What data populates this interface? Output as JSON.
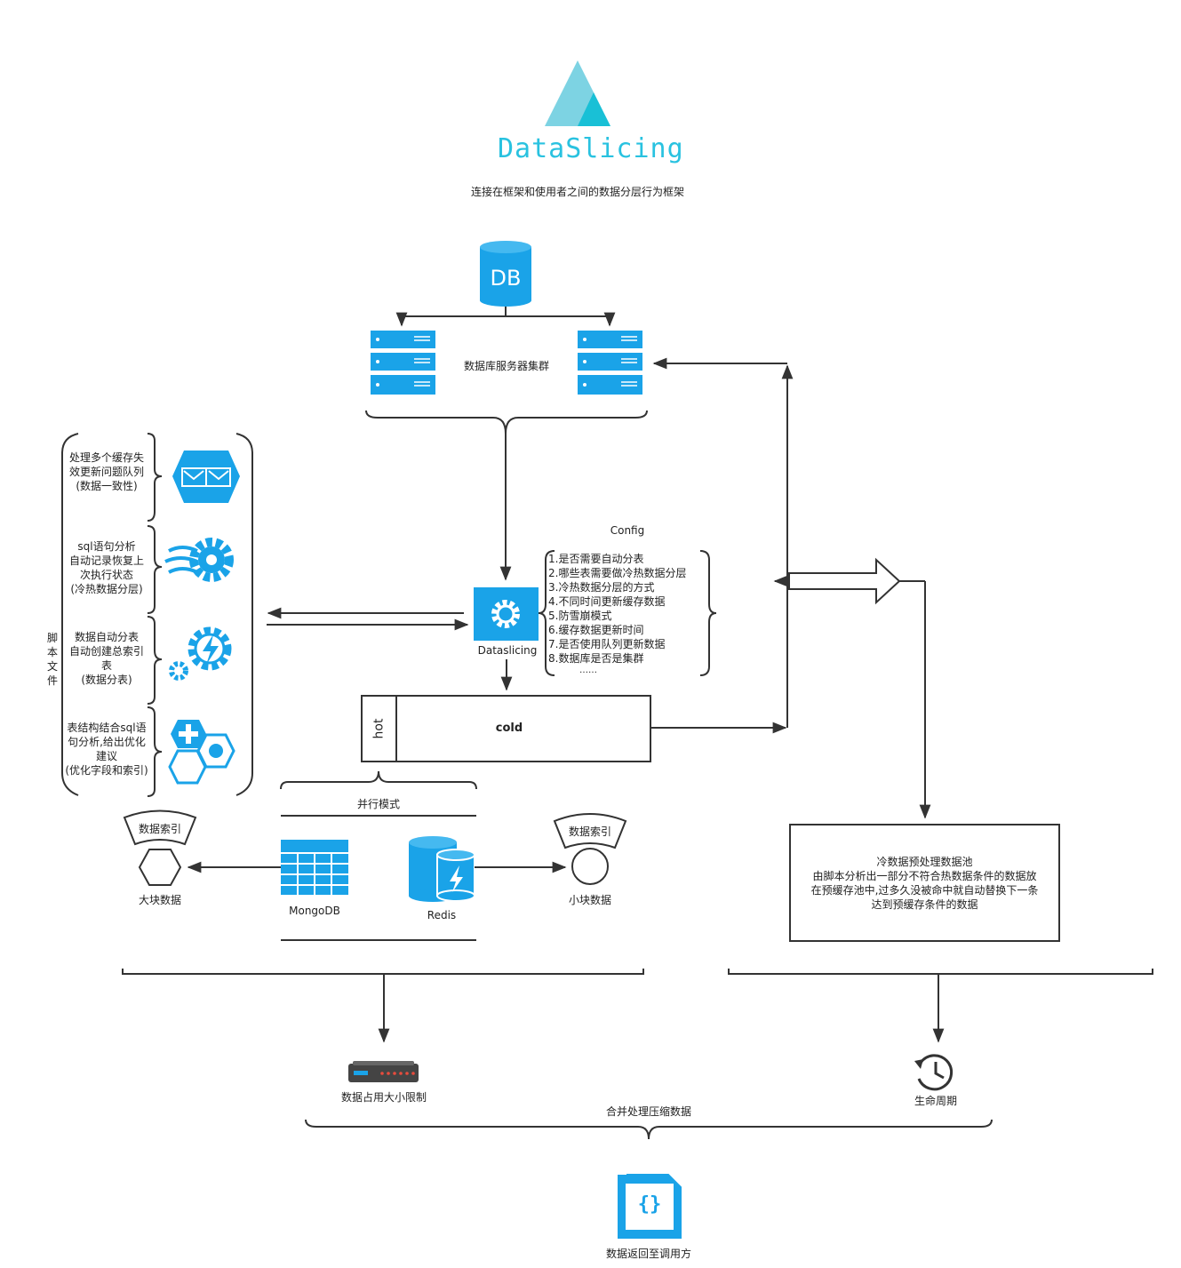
{
  "logo": {
    "name": "DataSlicing",
    "subtitle": "连接在框架和使用者之间的数据分层行为框架"
  },
  "db": {
    "label": "DB",
    "cluster_label": "数据库服务器集群"
  },
  "config": {
    "title": "Config",
    "items": [
      "1.是否需要自动分表",
      "2.哪些表需要做冷热数据分层",
      "3.冷热数据分层的方式",
      "4.不同时间更新缓存数据",
      "5.防雪崩模式",
      "6.缓存数据更新时间",
      "7.是否使用队列更新数据",
      "8.数据库是否是集群"
    ],
    "more": "……"
  },
  "core": {
    "label": "Dataslicing"
  },
  "storage": {
    "hot": "hot",
    "cold": "cold"
  },
  "scripts": {
    "label": "脚本文件",
    "items": [
      {
        "lines": [
          "处理多个缓存失",
          "效更新问题队列",
          "(数据一致性)"
        ],
        "icon": "queue-icon"
      },
      {
        "lines": [
          "sql语句分析",
          "自动记录恢复上",
          "次执行状态",
          "(冷热数据分层)"
        ],
        "icon": "gear-wave-icon"
      },
      {
        "lines": [
          "数据自动分表",
          "自动创建总索引",
          "表",
          "(数据分表)"
        ],
        "icon": "gear-bolt-icon"
      },
      {
        "lines": [
          "表结构结合sql语",
          "句分析,给出优化",
          "建议",
          "(优化字段和索引)"
        ],
        "icon": "hexagon-cluster-icon"
      }
    ]
  },
  "parallel": {
    "label": "并行模式",
    "mongodb": "MongoDB",
    "redis": "Redis"
  },
  "left_index": {
    "tag": "数据索引",
    "label": "大块数据"
  },
  "right_index": {
    "tag": "数据索引",
    "label": "小块数据"
  },
  "pool": {
    "lines": [
      "冷数据预处理数据池",
      "由脚本分析出一部分不符合热数据条件的数据放",
      "在预缓存池中,过多久没被命中就自动替换下一条",
      "达到预缓存条件的数据"
    ]
  },
  "limits": {
    "size": "数据占用大小限制",
    "lifecycle": "生命周期",
    "merge": "合并处理压缩数据"
  },
  "output": {
    "label": "数据返回至调用方"
  },
  "colors": {
    "accent": "#1aa3e8",
    "logo_light": "#7dd3e3",
    "logo_dark": "#19c0d6",
    "line": "#333333"
  }
}
